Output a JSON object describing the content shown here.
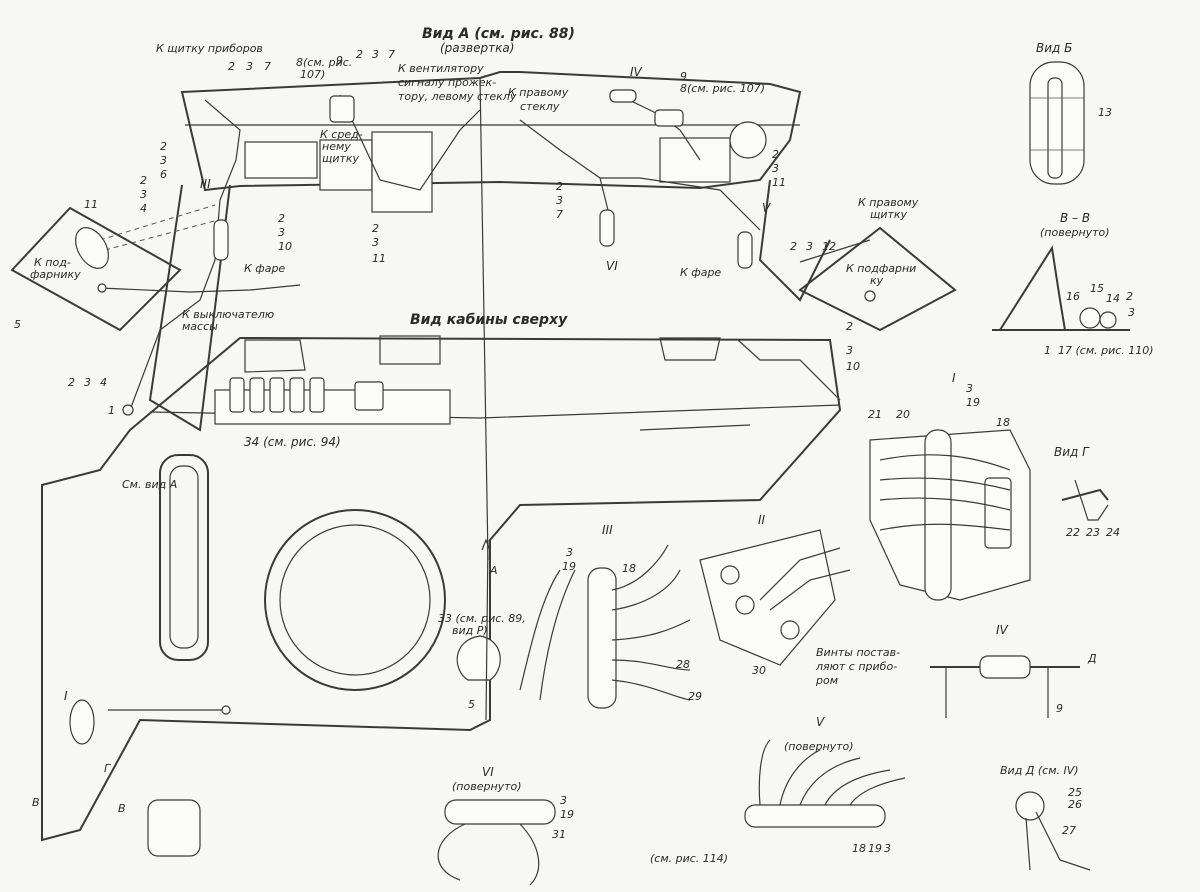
{
  "labels": {
    "view_a": "Вид А (см. рис. 88)",
    "view_a_sub": "(развертка)",
    "to_panel_left": "К щитку приборов",
    "to_fan": "К вентилятору",
    "to_signal": "сигналу прожек-",
    "to_left_glass": "тору, левому стеклу",
    "to_right_glass": "К правому",
    "to_right_glass_2": "стеклу",
    "to_mid_panel": "К сред-",
    "to_mid_panel_2": "нему",
    "to_mid_panel_3": "щитку",
    "see_fig_107": "8(см. рис. 107)",
    "see_fig_107_left": "8(см. рис.",
    "see_fig_107_left2": "107)",
    "to_right_panel": "К правому",
    "to_right_panel_2": "щитку",
    "to_headlight_left": "К фаре",
    "to_headlight_right": "К фаре",
    "to_fog_left": "К под-",
    "to_fog_left_2": "фарнику",
    "to_fog_right": "К подфарни",
    "to_fog_right_2": "ку",
    "to_mass_switch": "К выключателю",
    "to_mass_switch_2": "массы",
    "cabin_top": "Вид кабины сверху",
    "see_view_a": "См. вид А",
    "ref_34": "34 (см. рис. 94)",
    "ref_33": "33 (см. рис. 89,",
    "ref_33_b": "вид Р)",
    "screws_1": "Винты постав-",
    "screws_2": "ляют с прибо-",
    "screws_3": "ром",
    "view_b": "Вид Б",
    "view_bb": "В – В",
    "view_bb_sub": "(повернуто)",
    "ref_17": "17 (см. рис. 110)",
    "view_g": "Вид Г",
    "view_d": "Вид Д (см. IV)",
    "v_rotated": "(повернуто)",
    "vi_rotated": "(повернуто)",
    "see_fig_114": "(см. рис. 114)"
  },
  "roman": [
    "I",
    "II",
    "III",
    "IV",
    "V",
    "VI"
  ],
  "numbers": {
    "n1": "1",
    "n2": "2",
    "n3": "3",
    "n4": "4",
    "n5": "5",
    "n6": "6",
    "n7": "7",
    "n9": "9",
    "n10": "10",
    "n11": "11",
    "n12": "12",
    "n13": "13",
    "n14": "14",
    "n15": "15",
    "n16": "16",
    "n18": "18",
    "n19": "19",
    "n20": "20",
    "n21": "21",
    "n22": "22",
    "n23": "23",
    "n24": "24",
    "n25": "25",
    "n26": "26",
    "n27": "27",
    "n28": "28",
    "n29": "29",
    "n30": "30",
    "n31": "31",
    "A": "А",
    "B": "В",
    "G": "Г",
    "D": "Д"
  }
}
